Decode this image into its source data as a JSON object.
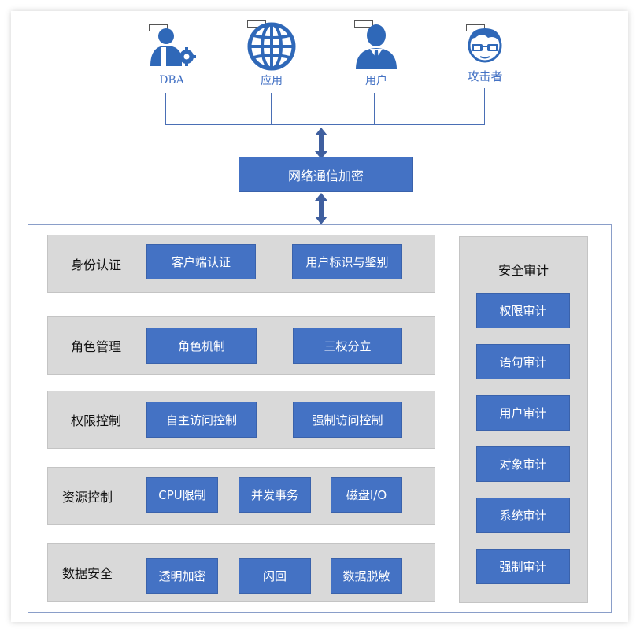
{
  "actors": [
    {
      "label": "DBA",
      "icon": "dba-user-gear-icon"
    },
    {
      "label": "应用",
      "icon": "globe-icon"
    },
    {
      "label": "用户",
      "icon": "user-suit-icon"
    },
    {
      "label": "攻击者",
      "icon": "hacker-glasses-icon"
    }
  ],
  "network": {
    "label": "网络通信加密"
  },
  "rows": [
    {
      "title": "身份认证",
      "items": [
        "客户端认证",
        "用户标识与鉴别"
      ]
    },
    {
      "title": "角色管理",
      "items": [
        "角色机制",
        "三权分立"
      ]
    },
    {
      "title": "权限控制",
      "items": [
        "自主访问控制",
        "强制访问控制"
      ]
    },
    {
      "title": "资源控制",
      "items": [
        "CPU限制",
        "并发事务",
        "磁盘I/O"
      ]
    },
    {
      "title": "数据安全",
      "items": [
        "透明加密",
        "闪回",
        "数据脱敏"
      ]
    }
  ],
  "audit": {
    "title": "安全审计",
    "items": [
      "权限审计",
      "语句审计",
      "用户审计",
      "对象审计",
      "系统审计",
      "强制审计"
    ]
  },
  "colors": {
    "accent": "#4472c4",
    "panel": "#d9d9d9",
    "line": "#4a6fb5"
  }
}
